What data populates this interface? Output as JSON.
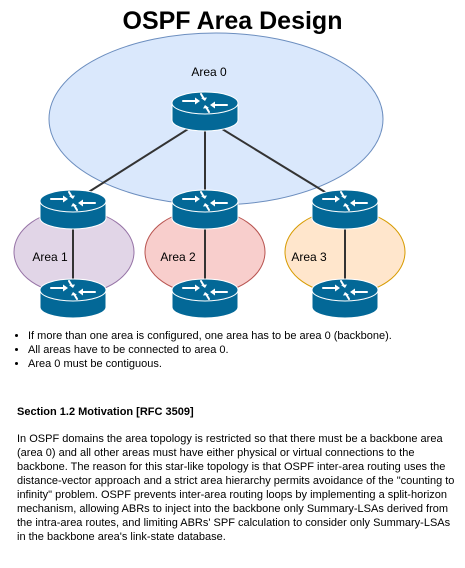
{
  "title": "OSPF Area Design",
  "areas": [
    {
      "label": "Area 0",
      "fill": "#dae8fc",
      "stroke": "#6c8ebf"
    },
    {
      "label": "Area 1",
      "fill": "#e1d5e7",
      "stroke": "#9673a6"
    },
    {
      "label": "Area 2",
      "fill": "#f8cecc",
      "stroke": "#b85450"
    },
    {
      "label": "Area 3",
      "fill": "#ffe6cc",
      "stroke": "#d79b00"
    }
  ],
  "router_color": "#036897",
  "bullets": [
    "If more than one area is configured, one area has to be area 0 (backbone).",
    "All areas have to be connected to area 0.",
    "Area 0 must be contiguous."
  ],
  "section": {
    "heading": "Section 1.2 Motivation [RFC 3509]",
    "body": "In OSPF domains the area topology is restricted so that there must be a backbone area (area 0) and all other areas must have either physical or virtual connections to the backbone. The reason for this star-like topology is that OSPF inter-area routing uses the distance-vector approach and a strict area hierarchy permits avoidance of the \"counting to infinity\" problem. OSPF prevents inter-area routing loops by implementing a split-horizon mechanism, allowing ABRs to inject into the backbone only Summary-LSAs derived from the intra-area routes, and limiting ABRs' SPF calculation to consider only Summary-LSAs in the backbone area's link-state database."
  }
}
